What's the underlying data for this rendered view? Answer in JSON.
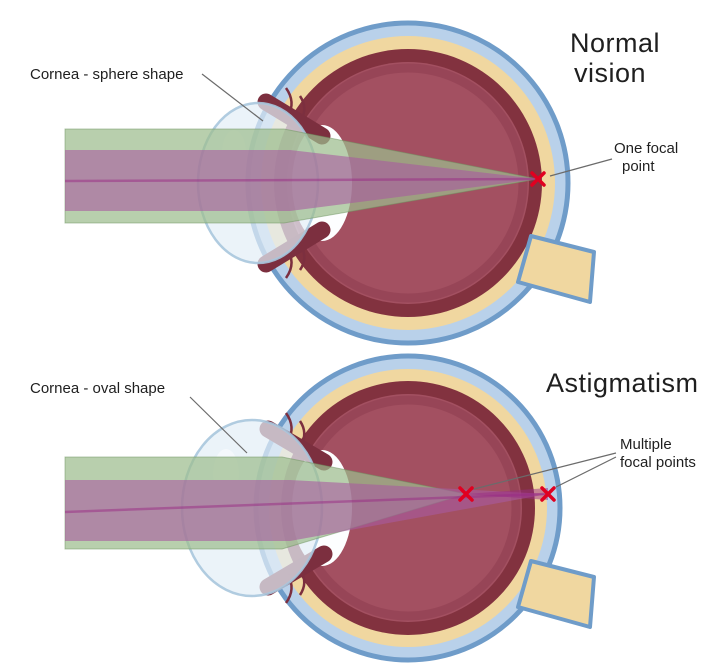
{
  "normal": {
    "title_line1": "Normal",
    "title_line2": "vision",
    "cornea_label": "Cornea - sphere shape",
    "focal_label_line1": "One focal",
    "focal_label_line2": "point",
    "focal_point_count": 1
  },
  "astigmatism": {
    "title": "Astigmatism",
    "cornea_label": "Cornea - oval shape",
    "focal_label_line1": "Multiple",
    "focal_label_line2": "focal points",
    "focal_point_count": 2
  },
  "colors": {
    "sclera_fill": "#b9d1ea",
    "sclera_stroke": "#6f9cc9",
    "choroid_cream": "#f0d7a0",
    "retina_ring": "#82323f",
    "vitreous": "#a35061",
    "iris_red": "#7c2f3f",
    "lens_white": "#fdfeff",
    "cornea_fill": "#e3eef7",
    "cornea_stroke": "#a9c6dd",
    "beam_green": "#9cbc8e",
    "beam_green_edge": "#6e9460",
    "beam_purple": "#a85aa0",
    "beam_center_magenta": "#9a2b85",
    "focal_x_red": "#e00020",
    "label_text": "#1f1f1f",
    "pointer_line": "#6b6b6b"
  }
}
